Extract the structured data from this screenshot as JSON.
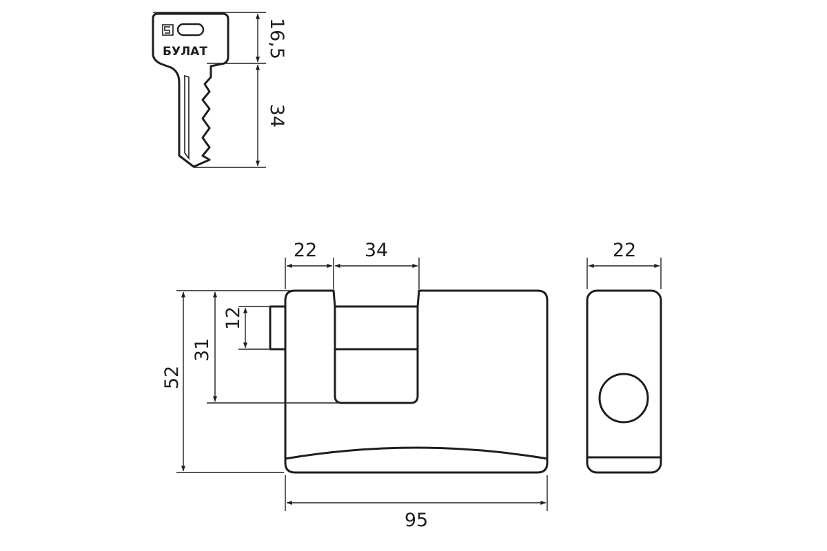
{
  "key": {
    "brand": "БУЛАТ",
    "dims": {
      "head_height": "16,5",
      "blade_length": "34"
    }
  },
  "front_view": {
    "dims": {
      "side_width": "22",
      "shackle_opening": "34",
      "overall_height": "52",
      "shackle_depth": "31",
      "bolt_height": "12",
      "overall_width": "95"
    }
  },
  "side_view": {
    "dims": {
      "thickness": "22"
    }
  }
}
